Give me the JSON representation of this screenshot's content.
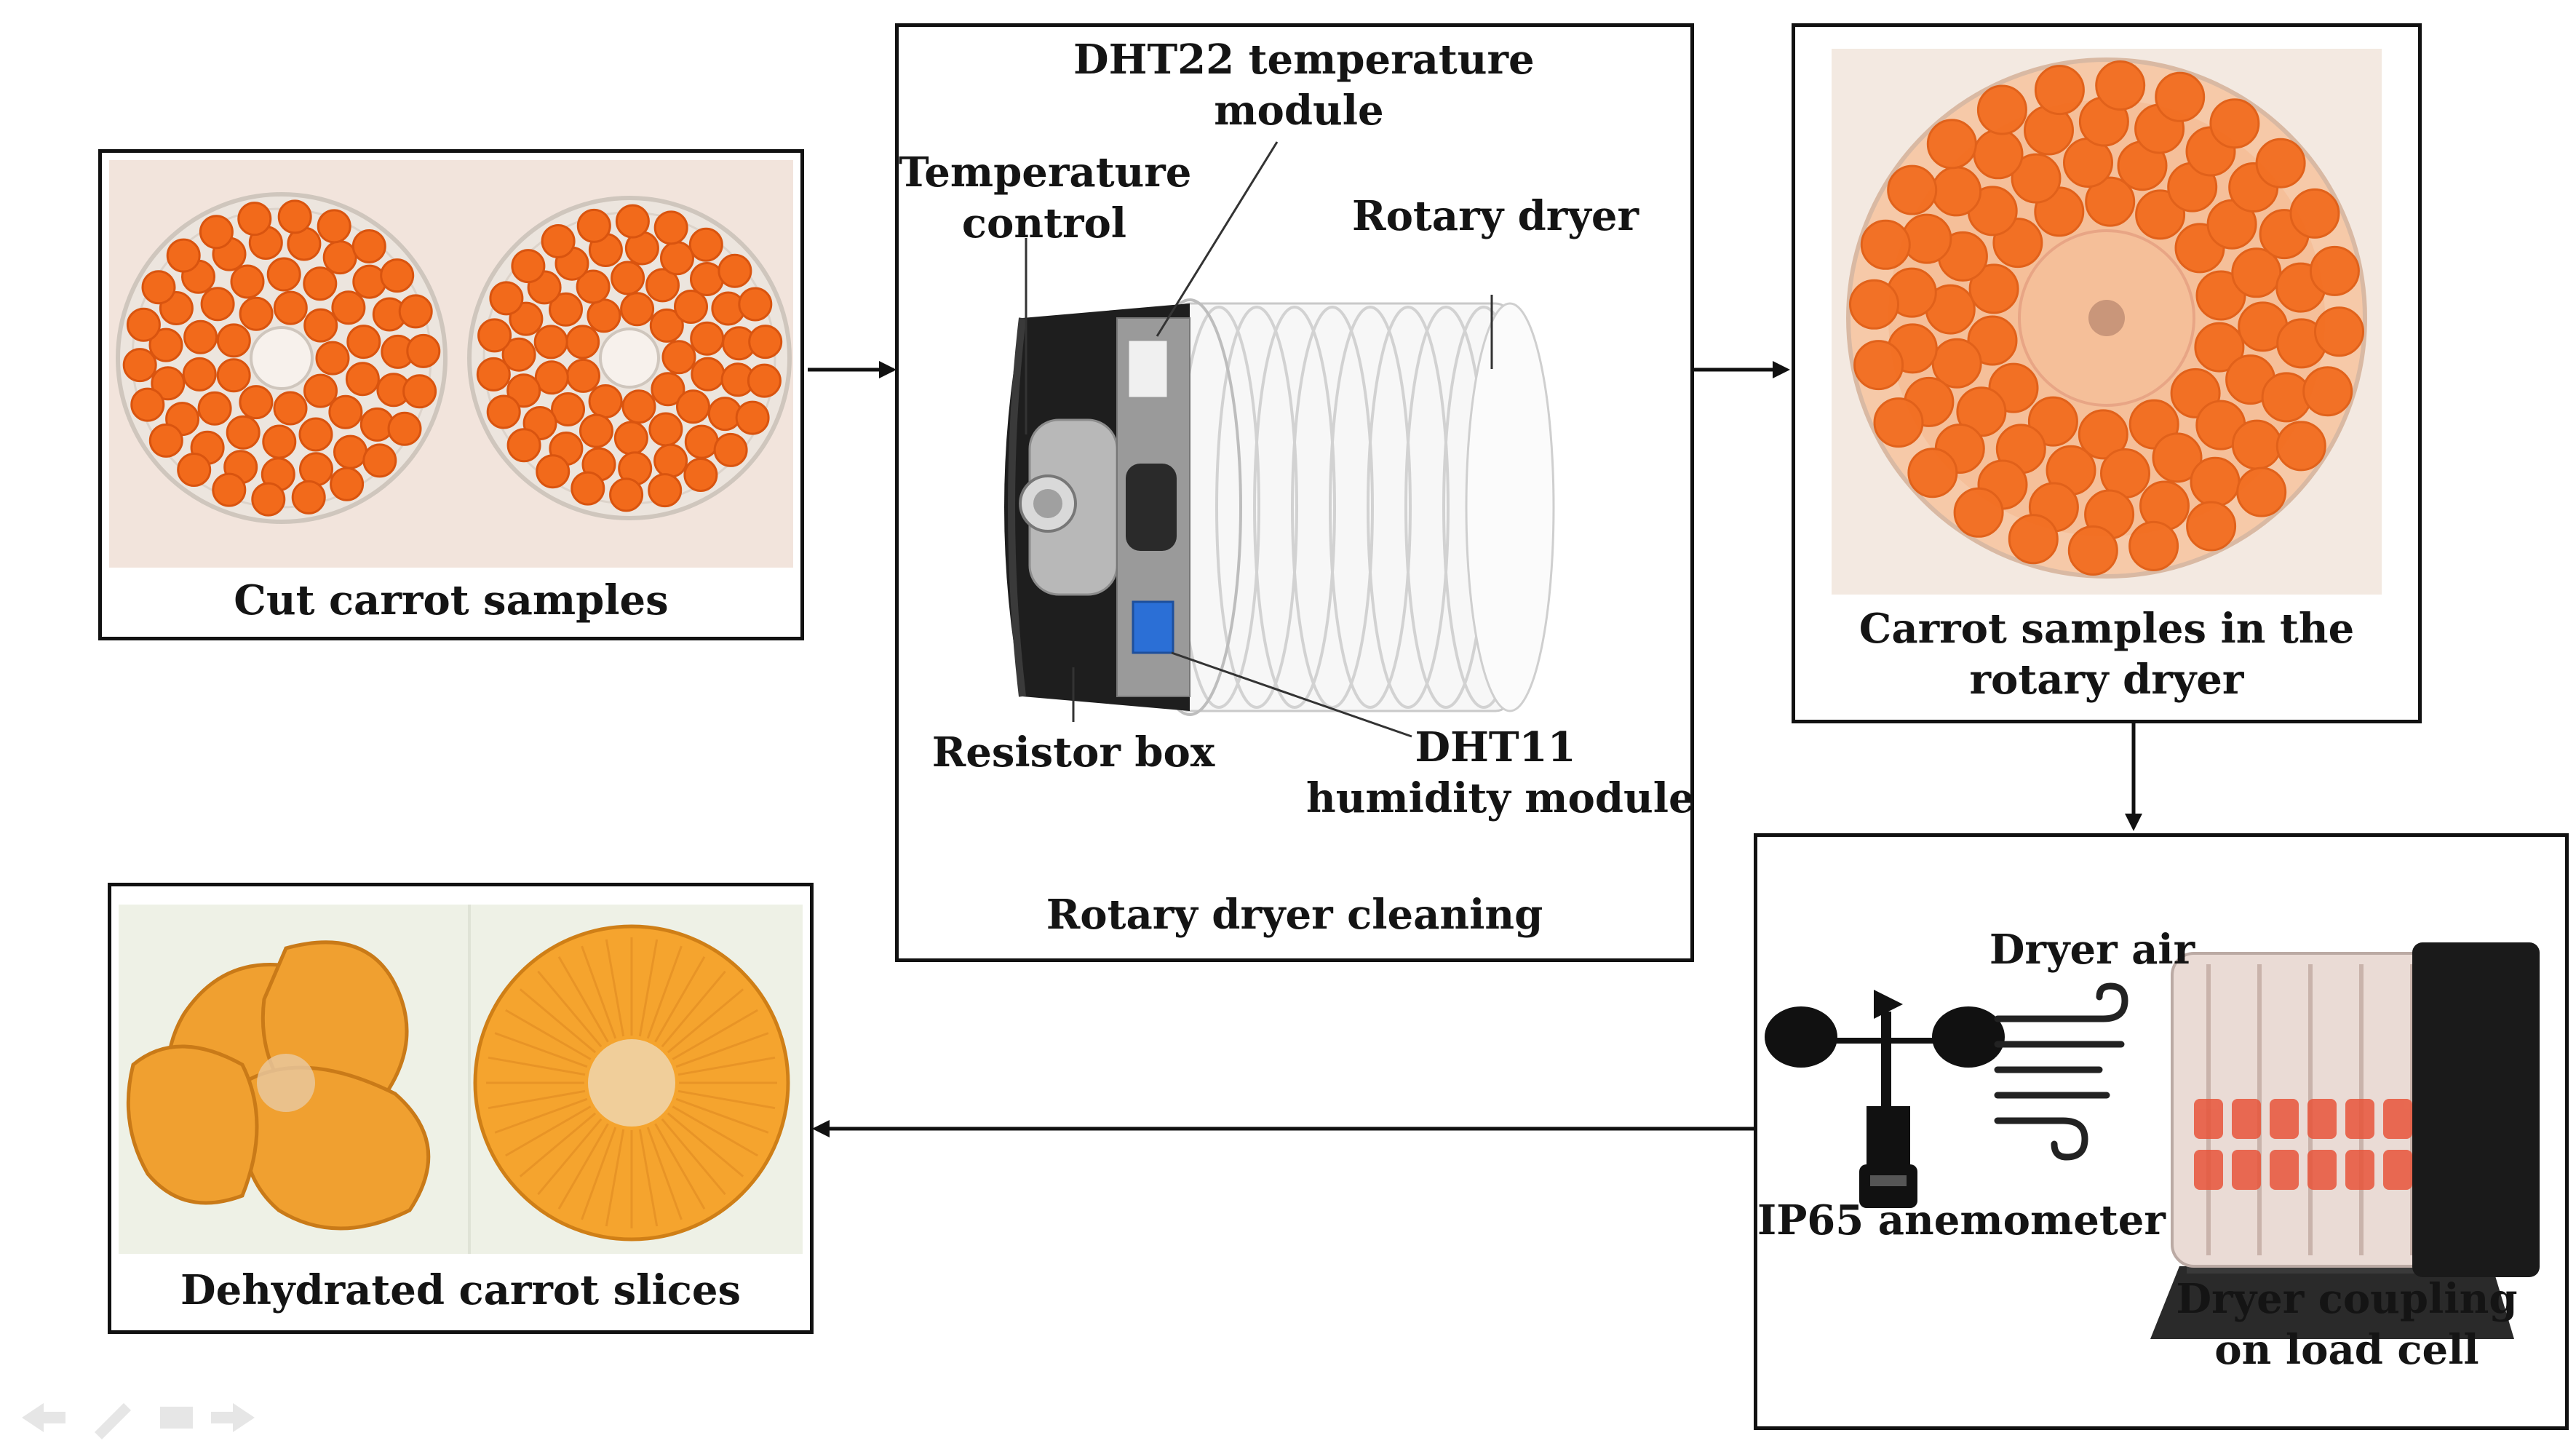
{
  "boxes": {
    "cut_samples": {
      "caption": "Cut carrot samples"
    },
    "rotary_cleaning": {
      "caption": "Rotary dryer cleaning",
      "callouts": {
        "dht22_line1": "DHT22 temperature",
        "dht22_line2": "module",
        "temp_control_line1": "Temperature",
        "temp_control_line2": "control",
        "rotary_dryer": "Rotary dryer",
        "resistor_box": "Resistor box",
        "dht11_line1": "DHT11",
        "dht11_line2": "humidity module"
      }
    },
    "samples_in_dryer": {
      "caption_line1": "Carrot samples in the",
      "caption_line2": "rotary dryer"
    },
    "coupling": {
      "dryer_air": "Dryer air",
      "anemometer": "IP65 anemometer",
      "caption_line1": "Dryer coupling",
      "caption_line2": "on load cell"
    },
    "dehydrated": {
      "caption": "Dehydrated carrot slices"
    }
  },
  "colors": {
    "border": "#111111",
    "carrot": "#f26a1b",
    "carrot_dark": "#d9540f",
    "tray": "#e9e3dc",
    "dried": "#f0a030",
    "dryer_body": "#1e1e1e"
  },
  "icons": [
    "arrow-right-icon",
    "arrow-down-icon",
    "arrow-left-icon",
    "wind-icon",
    "anemometer-icon"
  ]
}
